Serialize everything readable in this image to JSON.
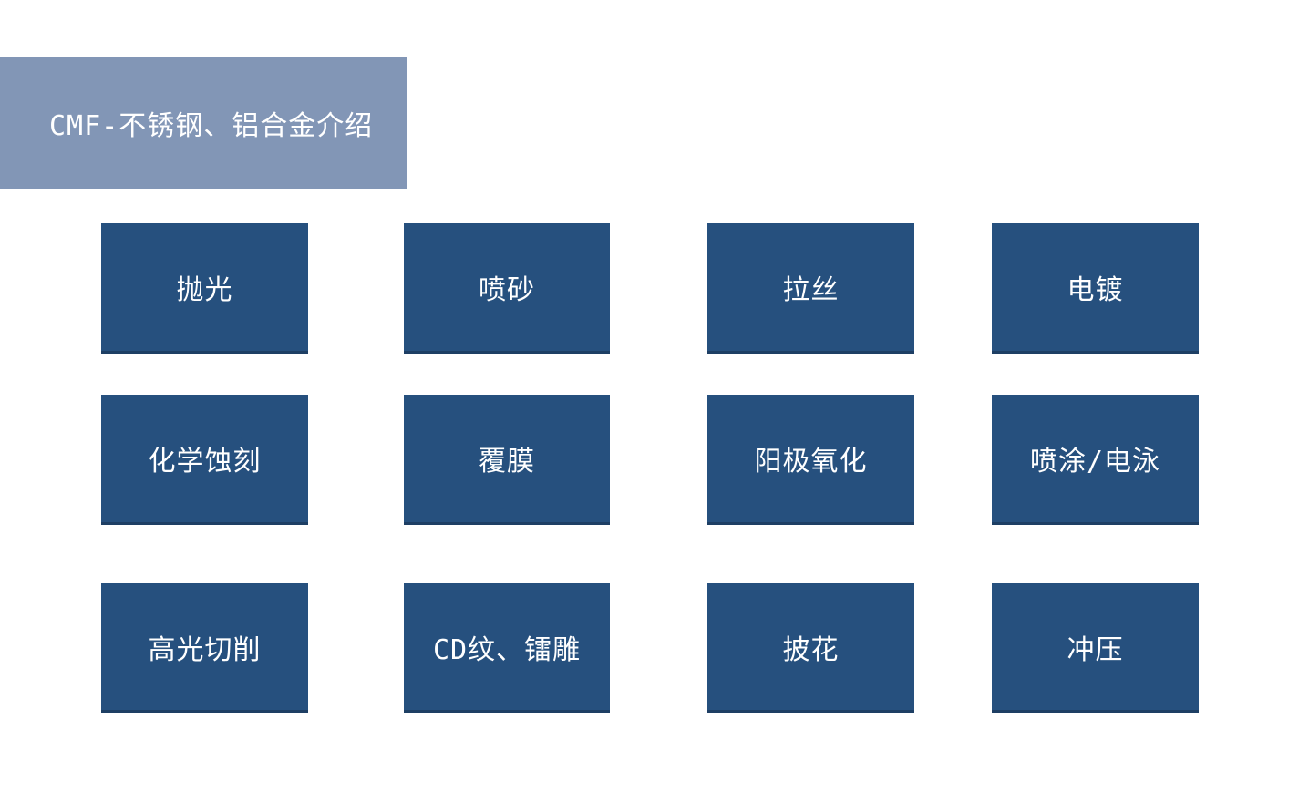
{
  "slide": {
    "background_color": "#ffffff"
  },
  "header": {
    "title": "CMF-不锈钢、铝合金介绍",
    "band_color": "#8296b6",
    "text_color": "#ffffff"
  },
  "grid": {
    "tile_color": "#26507e",
    "tile_edge_color": "#1e3f64",
    "tile_text_color": "#ffffff",
    "tiles": [
      {
        "label": "抛光"
      },
      {
        "label": "喷砂"
      },
      {
        "label": "拉丝"
      },
      {
        "label": "电镀"
      },
      {
        "label": "化学蚀刻"
      },
      {
        "label": "覆膜"
      },
      {
        "label": "阳极氧化"
      },
      {
        "label": "喷涂/电泳"
      },
      {
        "label": "高光切削"
      },
      {
        "label": "CD纹、镭雕"
      },
      {
        "label": "披花"
      },
      {
        "label": "冲压"
      }
    ]
  }
}
